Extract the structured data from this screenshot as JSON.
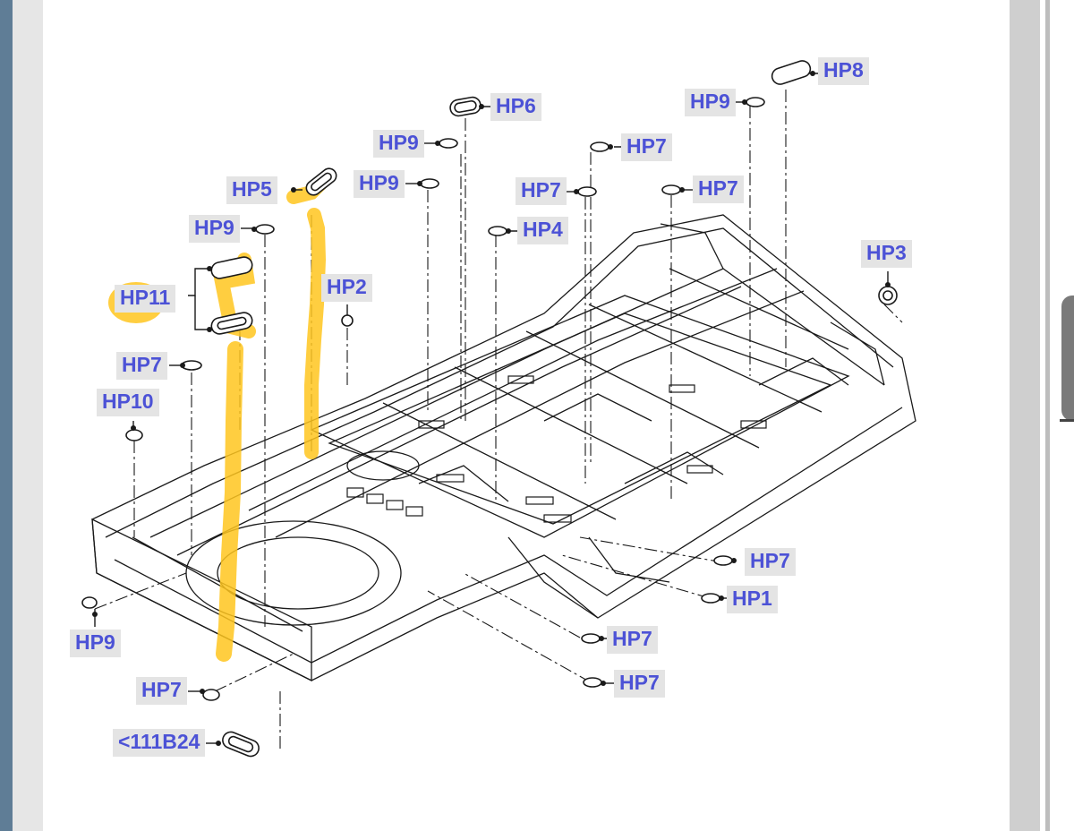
{
  "callouts": {
    "hp8": "HP8",
    "hp6": "HP6",
    "hp9_top_right": "HP9",
    "hp9_top_mid": "HP9",
    "hp7_top_mid": "HP7",
    "hp9_left_a": "HP9",
    "hp5": "HP5",
    "hp7_center": "HP7",
    "hp7_right": "HP7",
    "hp4": "HP4",
    "hp9_left_b": "HP9",
    "hp3": "HP3",
    "hp11": "HP11",
    "hp2": "HP2",
    "hp7_left": "HP7",
    "hp10": "HP10",
    "hp7_lower_right": "HP7",
    "hp1": "HP1",
    "hp9_bottom_left": "HP9",
    "hp7_bottom_mid_a": "HP7",
    "hp7_bottom_left": "HP7",
    "hp7_bottom_mid_b": "HP7",
    "ref_111b24": "<111B24"
  },
  "colors": {
    "callout_text": "#4c52d6",
    "callout_bg": "#e4e4e4",
    "highlight": "#ffc51f",
    "line_art": "#1a1a1a"
  }
}
